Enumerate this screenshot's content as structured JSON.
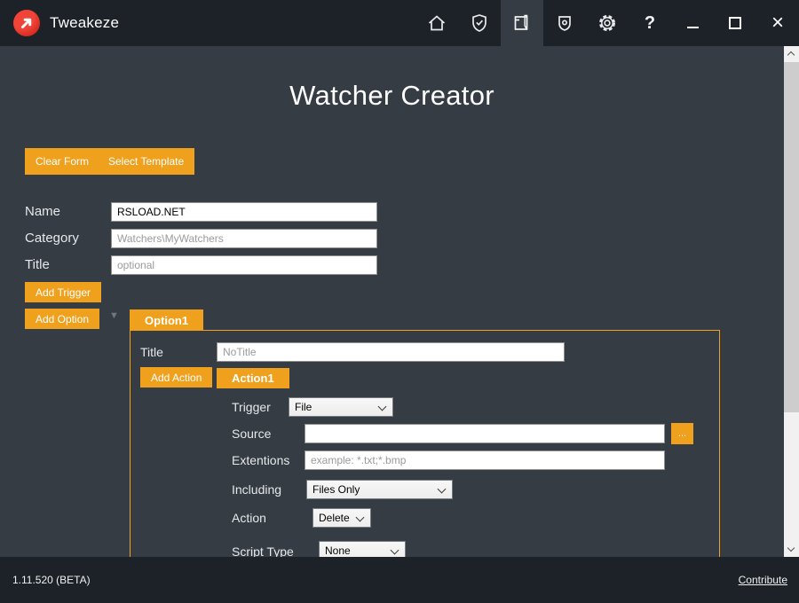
{
  "titlebar": {
    "app_name": "Tweakeze",
    "help_glyph": "?",
    "close_glyph": "×"
  },
  "page": {
    "title": "Watcher Creator"
  },
  "toolbar": {
    "clear_form_label": "Clear Form",
    "select_template_label": "Select Template"
  },
  "form": {
    "name_label": "Name",
    "name_value": "RSLOAD.NET",
    "category_label": "Category",
    "category_placeholder": "Watchers\\MyWatchers",
    "title_label": "Title",
    "title_placeholder": "optional",
    "add_trigger_label": "Add Trigger",
    "add_option_label": "Add Option",
    "collapse_glyph": "▼"
  },
  "option_panel": {
    "tab_label": "Option1",
    "title_label": "Title",
    "title_placeholder": "NoTitle",
    "add_action_label": "Add Action",
    "action_tab_label": "Action1",
    "trigger_label": "Trigger",
    "trigger_value": "File",
    "source_label": "Source",
    "source_value": "",
    "browse_label": "...",
    "extentions_label": "Extentions",
    "extentions_placeholder": "example: *.txt;*.bmp",
    "including_label": "Including",
    "including_value": "Files Only",
    "action_label": "Action",
    "action_value": "Delete",
    "script_type_label": "Script Type",
    "script_type_value": "None"
  },
  "footer": {
    "version": "1.11.520 (BETA)",
    "contribute_label": "Contribute"
  },
  "colors": {
    "accent_orange": "#EFA01C",
    "titlebar_bg": "#1C2228",
    "content_bg": "#353C44"
  }
}
